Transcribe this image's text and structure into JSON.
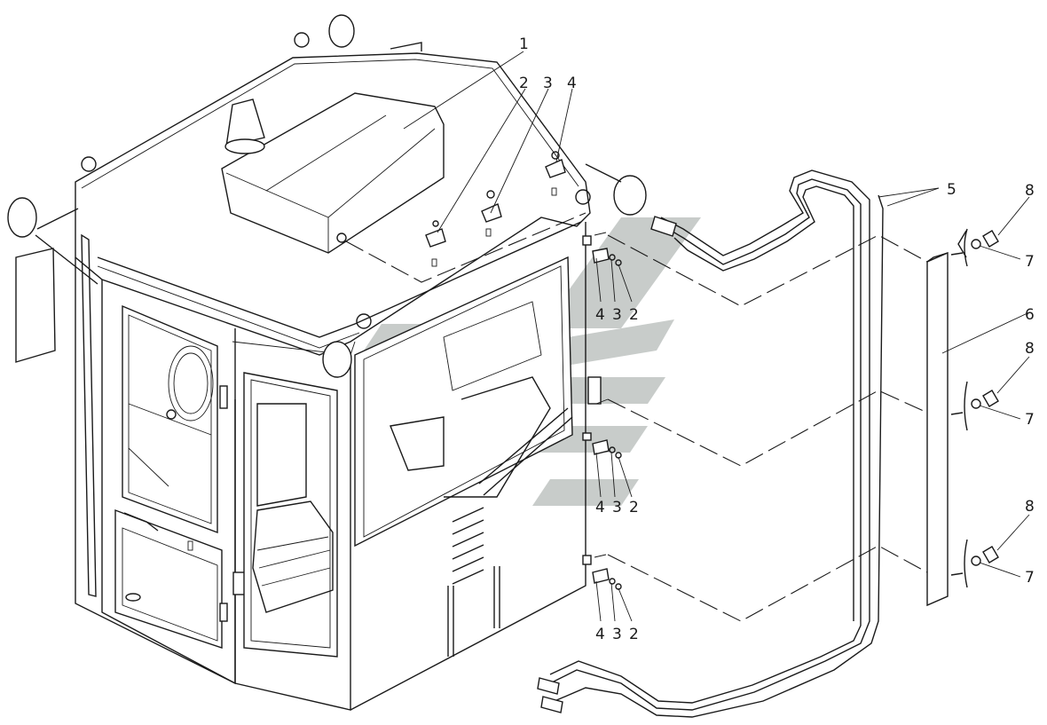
{
  "diagram": {
    "callouts": [
      {
        "id": "c1",
        "text": "1"
      },
      {
        "id": "c2",
        "text": "2"
      },
      {
        "id": "c3",
        "text": "3"
      },
      {
        "id": "c4",
        "text": "4"
      },
      {
        "id": "c5",
        "text": "5"
      },
      {
        "id": "c6",
        "text": "6"
      },
      {
        "id": "c8a",
        "text": "8"
      },
      {
        "id": "c7a",
        "text": "7"
      },
      {
        "id": "c8b",
        "text": "8"
      },
      {
        "id": "c7b",
        "text": "7"
      },
      {
        "id": "c8c",
        "text": "8"
      },
      {
        "id": "c7c",
        "text": "7"
      },
      {
        "id": "g1-4",
        "text": "4"
      },
      {
        "id": "g1-3",
        "text": "3"
      },
      {
        "id": "g1-2",
        "text": "2"
      },
      {
        "id": "g2-4",
        "text": "4"
      },
      {
        "id": "g2-3",
        "text": "3"
      },
      {
        "id": "g2-2",
        "text": "2"
      },
      {
        "id": "g3-4",
        "text": "4"
      },
      {
        "id": "g3-3",
        "text": "3"
      },
      {
        "id": "g3-2",
        "text": "2"
      }
    ],
    "line_color": "#1a1a1a",
    "background": "#ffffff",
    "watermark_color": "#9aa39f"
  }
}
